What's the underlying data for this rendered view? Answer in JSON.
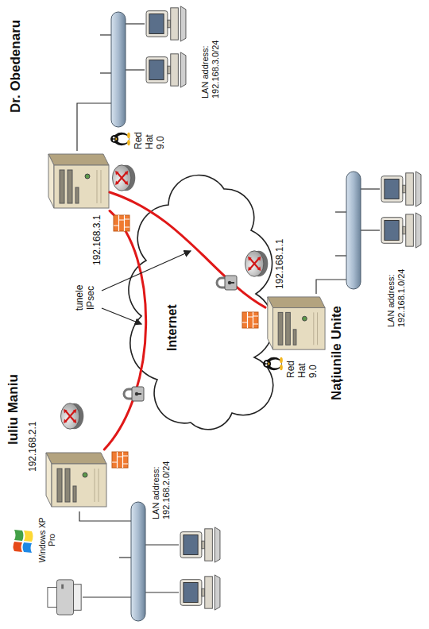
{
  "diagram": {
    "nodes": [
      {
        "text": [
          "Iuliu Maniu",
          "192.168.2.1"
        ]
      },
      {
        "text": [
          "Dr. Obedenaru",
          "192.168.3.1"
        ]
      },
      {
        "text": [
          "Internet"
        ]
      },
      {
        "text": [
          "Națiunile Unite",
          "192.168.1.1"
        ]
      }
    ],
    "edges": [
      {
        "from": 0,
        "to": 1,
        "arrow": "none"
      },
      {
        "from": 1,
        "to": 3,
        "arrow": "none"
      }
    ],
    "labels": [
      "Windows XP Pro",
      "LAN address: 192.168.2.0/24",
      "Red Hat 9.0",
      "LAN address: 192.168.3.0/24",
      "tunele IPsec",
      "Red Hat 9.0",
      "LAN address: 192.168.1.0/24"
    ]
  }
}
